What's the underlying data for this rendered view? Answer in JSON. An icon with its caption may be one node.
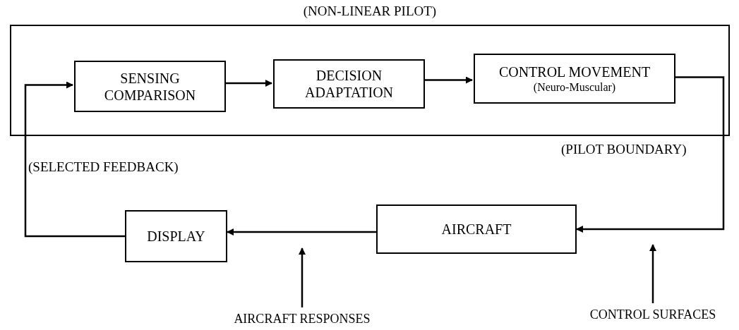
{
  "diagram": {
    "nodes": [
      {
        "text": [
          "(NON-LINEAR PILOT)"
        ]
      },
      {
        "text": [
          "SENSING COMPARISON"
        ],
        "in": 0
      },
      {
        "text": [
          "DECISION ADAPTATION"
        ],
        "in": 0
      },
      {
        "text": [
          "CONTROL MOVEMENT",
          "(Neuro-Muscular)"
        ],
        "in": 0
      },
      {
        "text": [
          "AIRCRAFT"
        ]
      },
      {
        "text": [
          "DISPLAY"
        ]
      },
      {
        "text": [
          "AIRCRAFT RESPONSES"
        ]
      },
      {
        "text": [
          "CONTROL SURFACES"
        ]
      }
    ],
    "edges": [
      {
        "from": 1,
        "to": 2,
        "arrow": "to"
      },
      {
        "from": 2,
        "to": 3,
        "arrow": "to"
      },
      {
        "from": 3,
        "to": 4,
        "arrow": "to"
      },
      {
        "from": 4,
        "to": 5,
        "arrow": "to"
      },
      {
        "from": 5,
        "to": 1,
        "arrow": "to"
      },
      {
        "from": 6,
        "to": null,
        "arrow": "to"
      },
      {
        "from": 7,
        "to": null,
        "arrow": "to"
      }
    ],
    "labels": [
      "(PILOT BOUNDARY)",
      "(SELECTED FEEDBACK)"
    ]
  }
}
